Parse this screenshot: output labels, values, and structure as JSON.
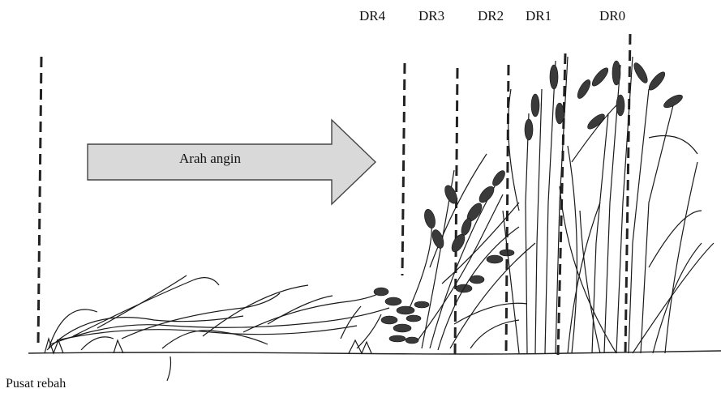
{
  "zones": [
    {
      "id": "DR4",
      "label": "DR4"
    },
    {
      "id": "DR3",
      "label": "DR3"
    },
    {
      "id": "DR2",
      "label": "DR2"
    },
    {
      "id": "DR1",
      "label": "DR1"
    },
    {
      "id": "DR0",
      "label": "DR0"
    }
  ],
  "wind_arrow": {
    "label": "Arah angin",
    "fill": "#d9d9d9",
    "stroke": "#444444"
  },
  "center_label": "Pusat rebah",
  "colors": {
    "line": "#222222",
    "plant_stroke": "#1a1a1a",
    "grain": "#3a3a3a"
  }
}
